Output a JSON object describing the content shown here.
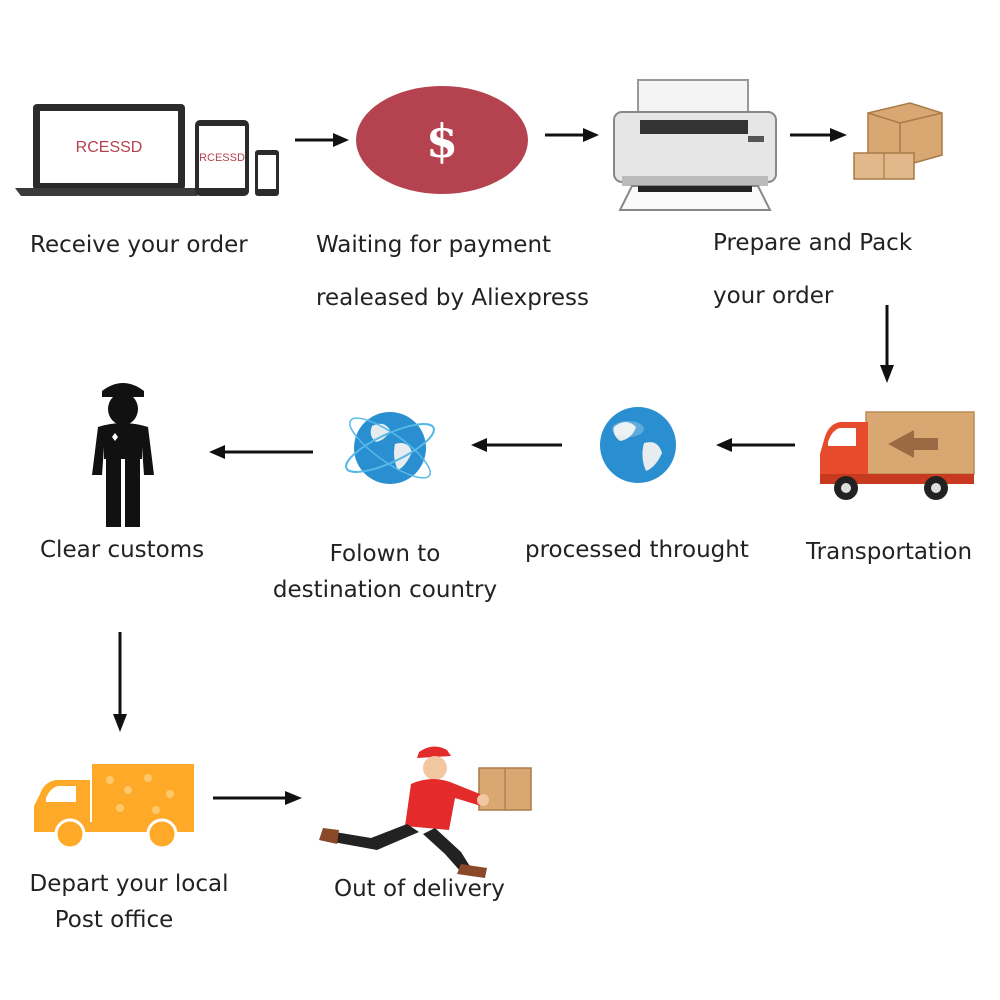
{
  "brand": "RCESSD",
  "dollar_sign": "$",
  "steps": {
    "receive": {
      "label": "Receive your order"
    },
    "payment": {
      "line1": "Waiting for payment",
      "line2": "realeased by Aliexpress"
    },
    "pack": {
      "line1": "Prepare and Pack",
      "line2": "your order"
    },
    "transport": {
      "label": "Transportation"
    },
    "processed": {
      "label": "processed throught"
    },
    "flown": {
      "line1": "Folown to",
      "line2": "destination country"
    },
    "customs": {
      "label": "Clear customs"
    },
    "depart": {
      "line1": "Depart your local",
      "line2": "Post office"
    },
    "delivery": {
      "label": "Out of delivery"
    }
  },
  "colors": {
    "payment_circle": "#b5434f",
    "truck_red": "#e84a2c",
    "truck_orange": "#ffa928",
    "box_tan": "#d9a872",
    "globe_blue": "#2a8fd0",
    "arrow": "#111111"
  }
}
